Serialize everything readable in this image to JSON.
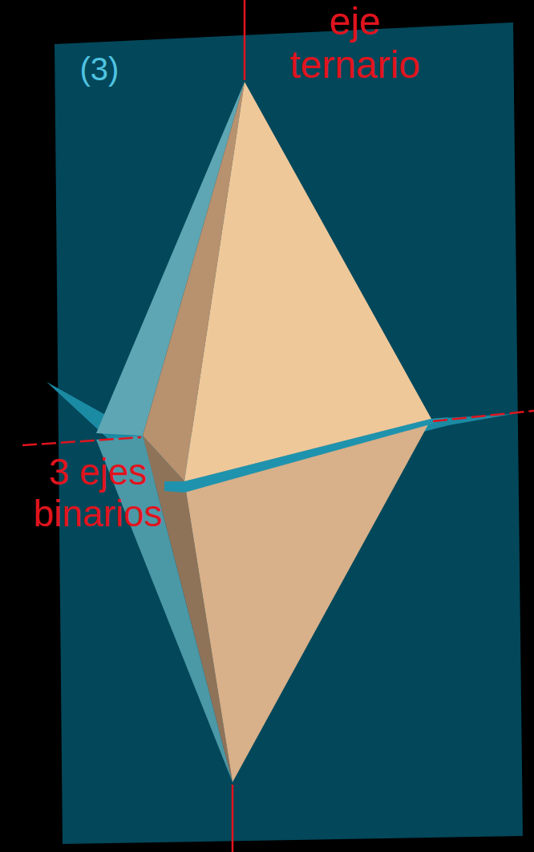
{
  "diagram": {
    "labels": [
      "(3)",
      "eje ternario",
      "3 ejes binarios"
    ]
  }
}
